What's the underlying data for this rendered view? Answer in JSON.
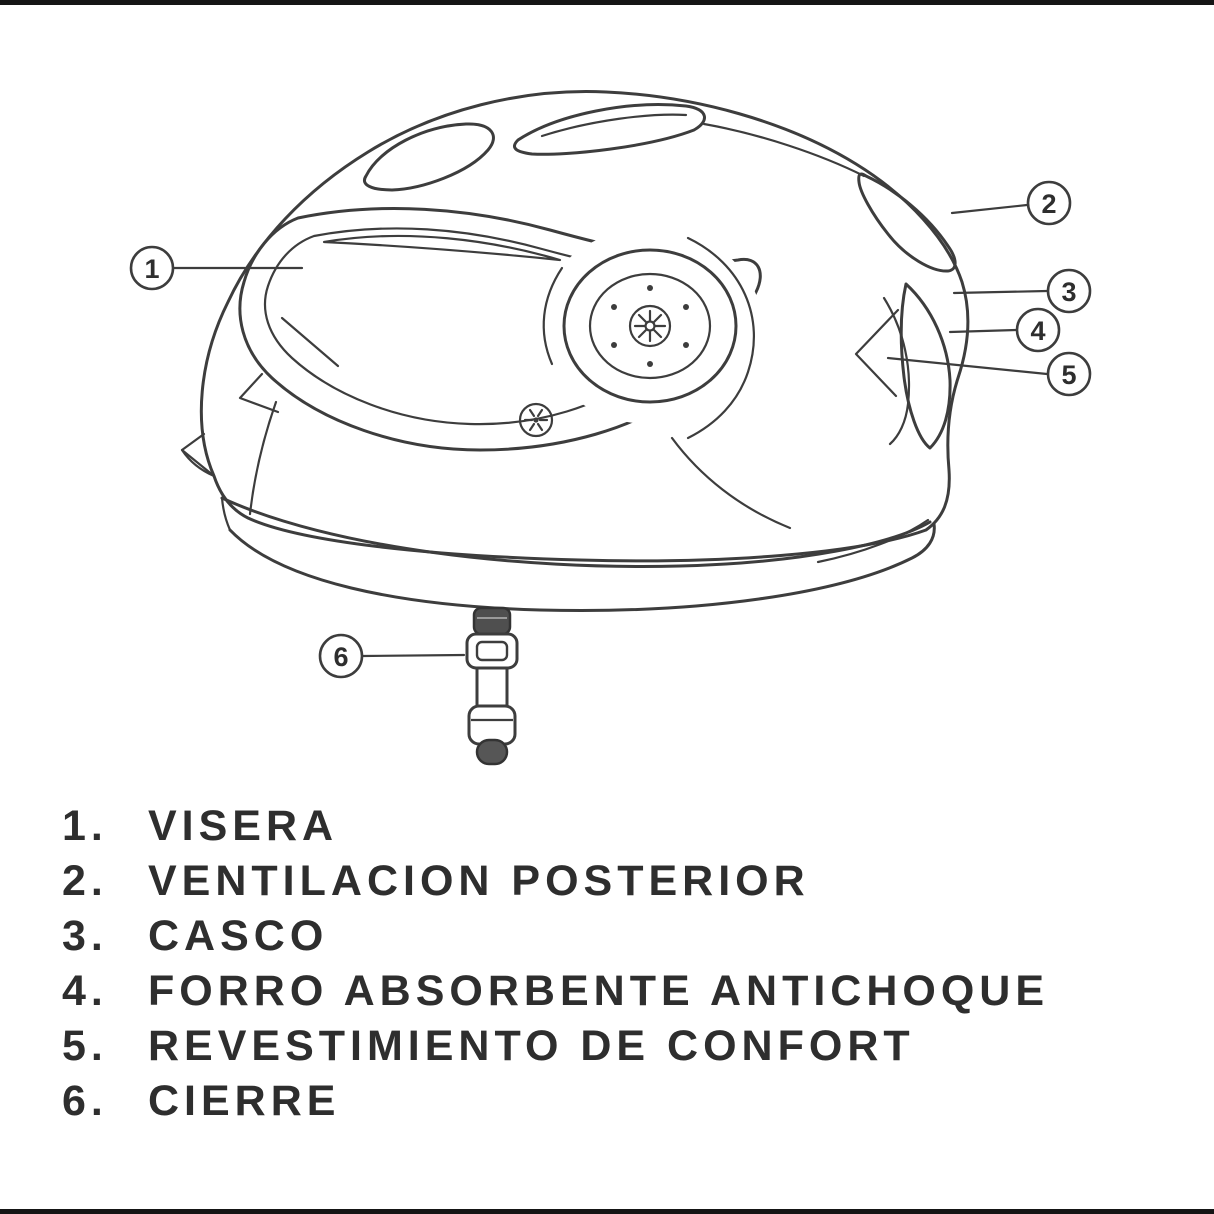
{
  "callouts": [
    {
      "num": "1"
    },
    {
      "num": "2"
    },
    {
      "num": "3"
    },
    {
      "num": "4"
    },
    {
      "num": "5"
    },
    {
      "num": "6"
    }
  ],
  "legend": {
    "items": [
      {
        "num": "1.",
        "label": "VISERA"
      },
      {
        "num": "2.",
        "label": "VENTILACION POSTERIOR"
      },
      {
        "num": "3.",
        "label": "CASCO"
      },
      {
        "num": "4.",
        "label": "FORRO ABSORBENTE ANTICHOQUE"
      },
      {
        "num": "5.",
        "label": "REVESTIMIENTO DE CONFORT"
      },
      {
        "num": "6.",
        "label": "CIERRE"
      }
    ]
  },
  "colors": {
    "line": "#3d3d3d",
    "text": "#2e2e2e",
    "background": "#ffffff"
  }
}
